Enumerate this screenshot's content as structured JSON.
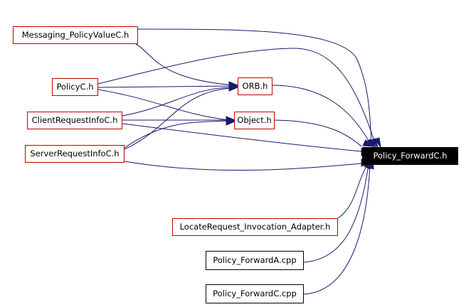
{
  "graph": {
    "edge_color": "#1a1a6e",
    "nodes": {
      "messaging": {
        "label": "Messaging_PolicyValueC.h",
        "border_color": "#c00000"
      },
      "policyc": {
        "label": "PolicyC.h",
        "border_color": "#c00000"
      },
      "clientreq": {
        "label": "ClientRequestInfoC.h",
        "border_color": "#c00000"
      },
      "serverreq": {
        "label": "ServerRequestInfoC.h",
        "border_color": "#c00000"
      },
      "orb": {
        "label": "ORB.h",
        "border_color": "#c00000"
      },
      "object": {
        "label": "Object.h",
        "border_color": "#c00000"
      },
      "target": {
        "label": "Policy_ForwardC.h",
        "fill": "#000000",
        "text_color": "#ffffff"
      },
      "locate": {
        "label": "LocateRequest_Invocation_Adapter.h",
        "border_color": "#c00000"
      },
      "fwda_cpp": {
        "label": "Policy_ForwardA.cpp",
        "border_color": "#000000"
      },
      "fwdc_cpp": {
        "label": "Policy_ForwardC.cpp",
        "border_color": "#000000"
      }
    }
  }
}
